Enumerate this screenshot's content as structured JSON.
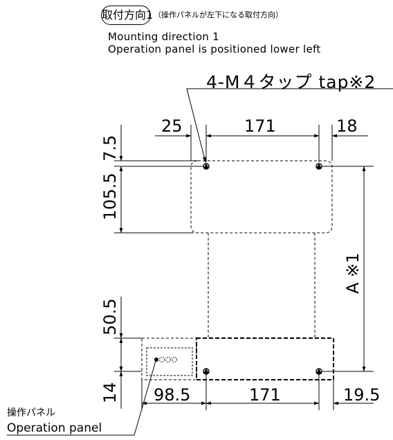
{
  "title": {
    "badge": "取付方向1",
    "note": "（操作パネルが左下になる取付方向）"
  },
  "subtitle": {
    "line1": "Mounting direction 1",
    "line2": "Operation panel is positioned lower left"
  },
  "tap_label": "4-M４タップ tap※2",
  "dimensions": {
    "top_left": "25",
    "top_middle": "171",
    "top_right": "18",
    "left_top": "7.5",
    "left_upper": "105.5",
    "left_lower": "50.5",
    "left_bottom": "14",
    "bottom_left": "98.5",
    "bottom_middle": "171",
    "bottom_right": "19.5",
    "right_height": "A ※1"
  },
  "panel_label": {
    "jp": "操作パネル",
    "en": "Operation panel"
  }
}
